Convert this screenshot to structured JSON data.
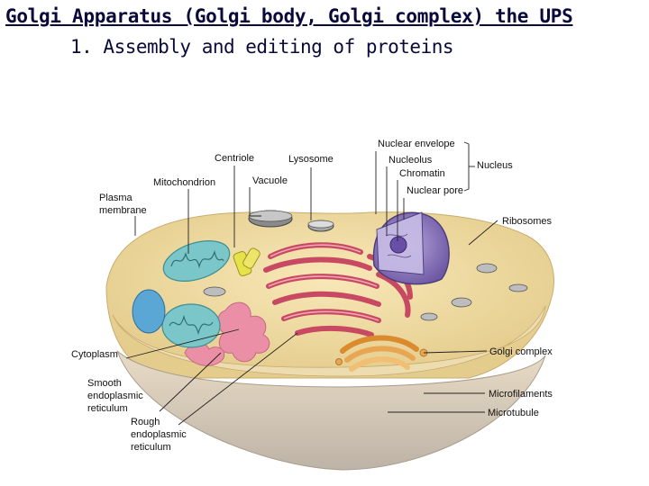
{
  "slide": {
    "title": "Golgi Apparatus (Golgi body, Golgi complex) the UPS",
    "subtitle": "1. Assembly and editing of proteins"
  },
  "diagram": {
    "labels": {
      "centriole": "Centriole",
      "lysosome": "Lysosome",
      "mitochondrion": "Mitochondrion",
      "vacuole": "Vacuole",
      "plasma_membrane_1": "Plasma",
      "plasma_membrane_2": "membrane",
      "nuclear_envelope": "Nuclear envelope",
      "nucleolus": "Nucleolus",
      "chromatin": "Chromatin",
      "nucleus": "Nucleus",
      "nuclear_pore": "Nuclear pore",
      "ribosomes": "Ribosomes",
      "cytoplasm": "Cytoplasm",
      "golgi_complex": "Golgi complex",
      "smooth_er_1": "Smooth",
      "smooth_er_2": "endoplasmic",
      "smooth_er_3": "reticulum",
      "rough_er_1": "Rough",
      "rough_er_2": "endoplasmic",
      "rough_er_3": "reticulum",
      "microfilaments": "Microfilaments",
      "microtubule": "Microtubule"
    },
    "colors": {
      "cytoplasm": "#f3dfa6",
      "cell_wall": "#e9d6a0",
      "cut_face": "#cfc4b4",
      "rough_er": "#d9667a",
      "smooth_er": "#ea8fa6",
      "nucleus": "#9a87c7",
      "mitochondrion": "#7bc6c8",
      "golgi": "#e8a552",
      "centriole": "#e6e24a",
      "vacuole": "#8a8a8a",
      "lysosome": "#a6a6a6"
    }
  }
}
